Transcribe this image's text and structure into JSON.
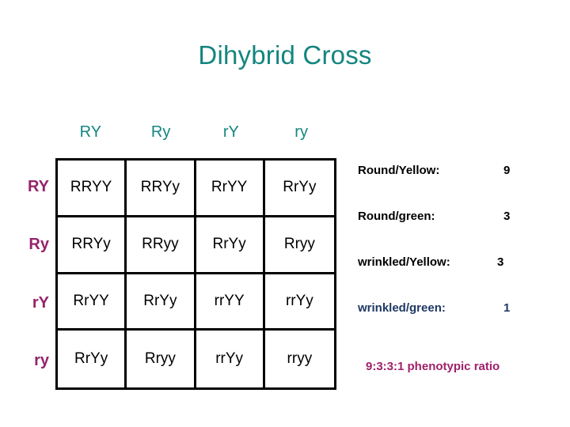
{
  "slide": {
    "title": "Dihybrid Cross",
    "title_color": "#13857f"
  },
  "punnett": {
    "column_headers": [
      "RY",
      "Ry",
      "rY",
      "ry"
    ],
    "row_headers": [
      "RY",
      "Ry",
      "rY",
      "ry"
    ],
    "column_header_color": "#13857f",
    "row_header_color": "#94246b",
    "grid_border_color": "#000000",
    "cells": [
      [
        "RRYY",
        "RRYy",
        "RrYY",
        "RrYy"
      ],
      [
        "RRYy",
        "RRyy",
        "RrYy",
        "Rryy"
      ],
      [
        "RrYY",
        "RrYy",
        "rrYY",
        "rrYy"
      ],
      [
        "RrYy",
        "Rryy",
        "rrYy",
        "rryy"
      ]
    ]
  },
  "legend": {
    "rows": [
      {
        "label": "Round/Yellow:",
        "value": "9",
        "color": "#000000"
      },
      {
        "label": "Round/green:",
        "value": "3",
        "color": "#000000"
      },
      {
        "label": "wrinkled/Yellow:",
        "value": "3",
        "color": "#000000"
      },
      {
        "label": "wrinkled/green:",
        "value": "1",
        "color": "#1f3864"
      }
    ],
    "ratio_text": "9:3:3:1 phenotypic ratio",
    "ratio_color": "#a0206a"
  }
}
